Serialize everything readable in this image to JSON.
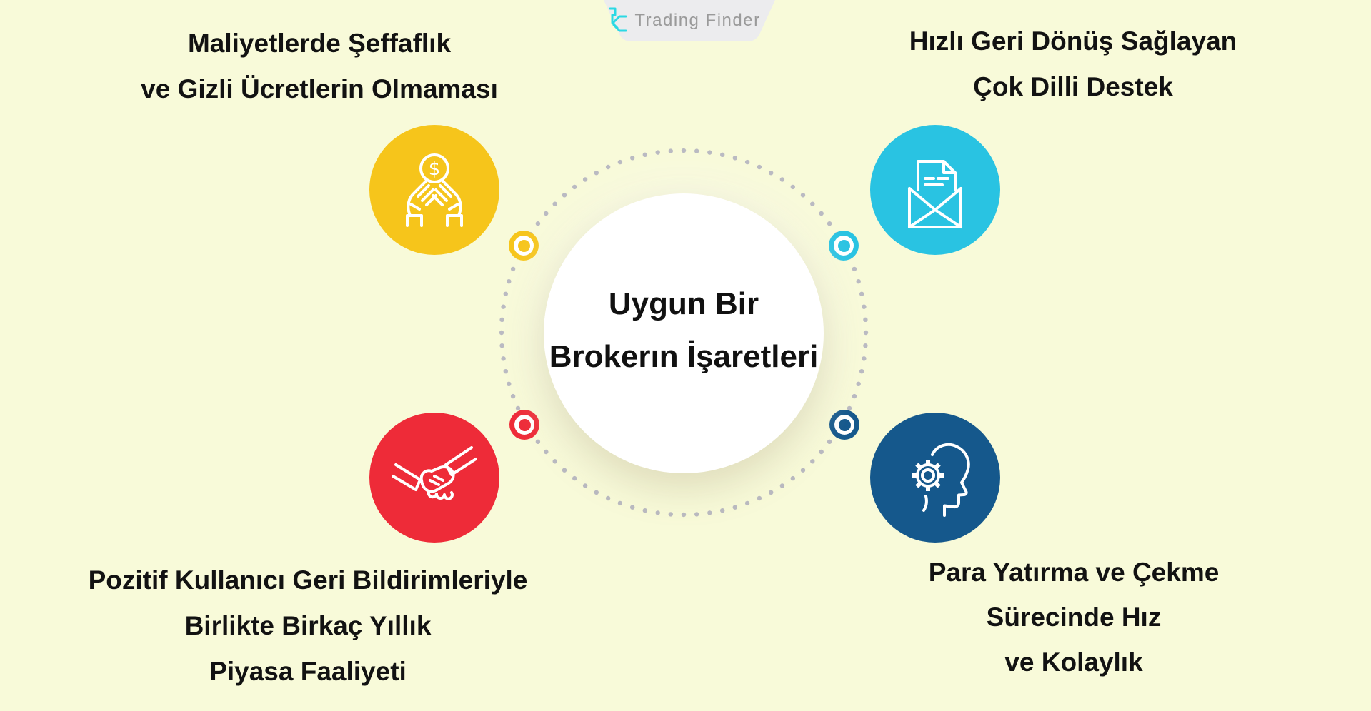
{
  "background": "#f8fad9",
  "banner": {
    "fill": "#ececee",
    "brand": "Trading Finder",
    "brand_color": "#9a9a9a",
    "logo_color": "#2bd9e4"
  },
  "center_circle": {
    "line1": "Uygun Bir",
    "line2": "Brokerın İşaretleri",
    "fill": "#ffffff",
    "text_color": "#111111"
  },
  "ring": {
    "dot_color": "#b9b9c1",
    "dot_count": 88,
    "radius": 255,
    "dot_radius": 3.2
  },
  "items": [
    {
      "id": "cost-transparency",
      "position": "top-left",
      "color": "#f6c51b",
      "icon": "money-hands-icon",
      "coin_symbol": "$",
      "lines": [
        "Maliyetlerde Şeffaflık",
        "ve Gizli Ücretlerin Olmaması"
      ]
    },
    {
      "id": "multilingual-support",
      "position": "top-right",
      "color": "#29c3e2",
      "icon": "mail-icon",
      "lines": [
        "Hızlı Geri Dönüş Sağlayan",
        "Çok Dilli Destek"
      ]
    },
    {
      "id": "market-reputation",
      "position": "bottom-left",
      "color": "#ee2b38",
      "icon": "handshake-icon",
      "lines": [
        "Pozitif Kullanıcı Geri Bildirimleriyle",
        "Birlikte Birkaç Yıllık",
        "Piyasa Faaliyeti"
      ]
    },
    {
      "id": "deposit-withdrawal",
      "position": "bottom-right",
      "color": "#15588c",
      "icon": "head-gear-icon",
      "lines": [
        "Para Yatırma ve Çekme",
        "Sürecinde Hız",
        "ve Kolaylık"
      ]
    }
  ]
}
